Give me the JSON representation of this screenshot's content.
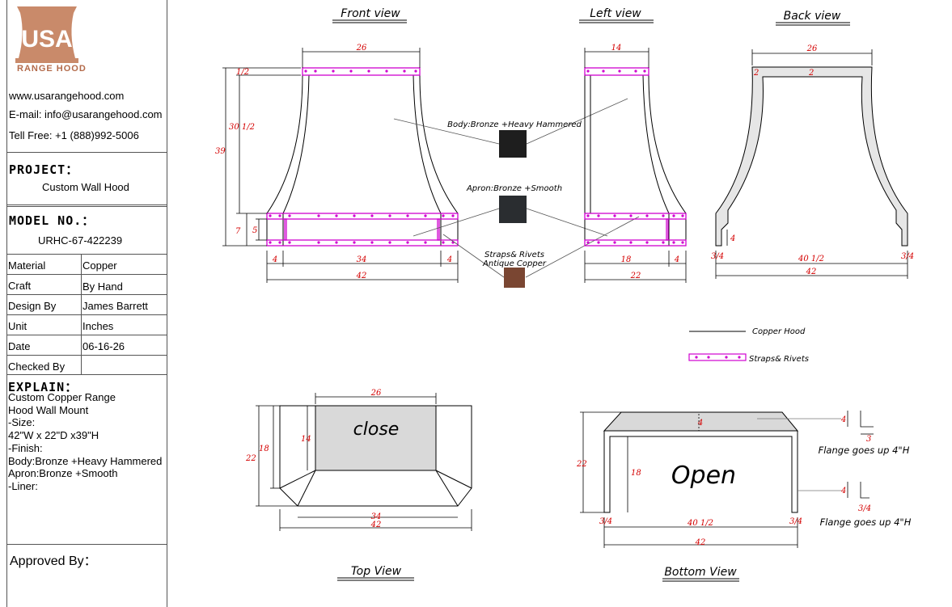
{
  "brand": {
    "logo_letters": "USA",
    "logo_name": "RANGE HOOD",
    "website": "www.usarangehood.com",
    "email": "E-mail: info@usarangehood.com",
    "phone": "Tell Free: +1 (888)992-5006"
  },
  "project": {
    "heading": "PROJECT：",
    "value": "Custom Wall Hood"
  },
  "model": {
    "heading": "MODEL NO.：",
    "value": "URHC-67-422239"
  },
  "specs": [
    {
      "label": "Material",
      "value": "Copper"
    },
    {
      "label": "Craft",
      "value": "By Hand"
    },
    {
      "label": "Design By",
      "value": "James Barrett"
    },
    {
      "label": "Unit",
      "value": "Inches"
    },
    {
      "label": "Date",
      "value": "06-16-26"
    },
    {
      "label": "Checked By",
      "value": ""
    }
  ],
  "explain": {
    "heading": "EXPLAIN：",
    "lines": [
      "Custom Copper Range",
      "Hood Wall Mount",
      "-Size:",
      "42\"W x 22\"D x39\"H",
      "-Finish:",
      "Body:Bronze +Heavy Hammered",
      "Apron:Bronze +Smooth",
      "-Liner:"
    ]
  },
  "approved": {
    "heading": "Approved By："
  },
  "views": {
    "front": "Front view",
    "left": "Left view",
    "back": "Back view",
    "top": "Top View",
    "bottom": "Bottom View"
  },
  "finishes": {
    "body": "Body:Bronze +Heavy Hammered",
    "apron": "Apron:Bronze +Smooth",
    "straps_line1": "Straps& Rivets",
    "straps_line2": "Antique Copper",
    "colors": {
      "body": "#1e1e1e",
      "apron": "#2a2d30",
      "straps": "#7a4632"
    }
  },
  "legend": {
    "copper": "Copper Hood",
    "straps": "Straps& Rivets"
  },
  "top_view": {
    "state": "close"
  },
  "bottom_view": {
    "state": "Open",
    "flange1": "Flange goes up 4\"H",
    "flange2": "Flange goes up 4\"H"
  },
  "dims": {
    "front": {
      "top_width": "26",
      "half": "1/2",
      "body_h": "30 1/2",
      "total_h": "39",
      "apron_h": "7",
      "apron_inner": "5",
      "left_w": "4",
      "mid_w": "34",
      "right_w": "4",
      "bottom_w": "42"
    },
    "left": {
      "top_width": "14",
      "mid_w": "18",
      "right_w": "4",
      "bottom_w": "22"
    },
    "back": {
      "top_width": "26",
      "wall_l": "2",
      "wall_r": "2",
      "leg_h": "4",
      "left_frac": "3/4",
      "mid_w": "40 1/2",
      "right_frac": "3/4",
      "bottom_w": "42"
    },
    "top": {
      "top_w": "26",
      "inner_d": "14",
      "mid_d": "18",
      "outer_d": "22",
      "bottom_inner": "34",
      "bottom_outer": "42"
    },
    "bottom": {
      "depth": "4",
      "outer_d": "22",
      "inner_d": "18",
      "left_frac": "3/4",
      "mid_w": "40 1/2",
      "right_frac": "3/4",
      "bottom_w": "42",
      "flange_h1": "4",
      "flange_w1": "3",
      "flange_h2": "4",
      "flange_w2": "3/4"
    }
  },
  "colors": {
    "dimension": "#d40000",
    "strap": "#d000d0",
    "line": "#000000",
    "logo": "#b36a4a"
  }
}
